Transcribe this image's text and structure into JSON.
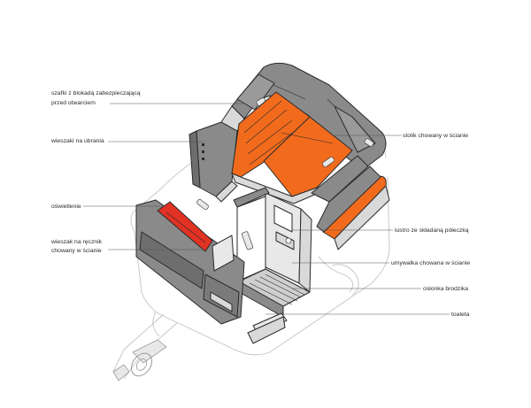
{
  "colors": {
    "shell": "#8a8a8a",
    "shell_dark": "#6e6e6e",
    "panel_light": "#d9d9d9",
    "panel_lighter": "#e8e8e8",
    "accent_orange": "#f26b1d",
    "accent_red": "#e23224",
    "outline": "#2a2a2a"
  },
  "labels": {
    "cabinets_line1": "szafki z blokadą zabezpieczającą",
    "cabinets_line2": "przed otwarciem",
    "hangers": "wieszaki na ubrania",
    "lighting": "oświetlenie",
    "towel_line1": "wieszak na ręcznik",
    "towel_line2": "chowany w ścianie",
    "table": "stolik chowany w ścianie",
    "mirror": "lustro ze składaną półeczką",
    "sink": "umywalka chowana w ścianie",
    "shower_tray": "osłonka brodzika",
    "toilet": "toaleta"
  }
}
